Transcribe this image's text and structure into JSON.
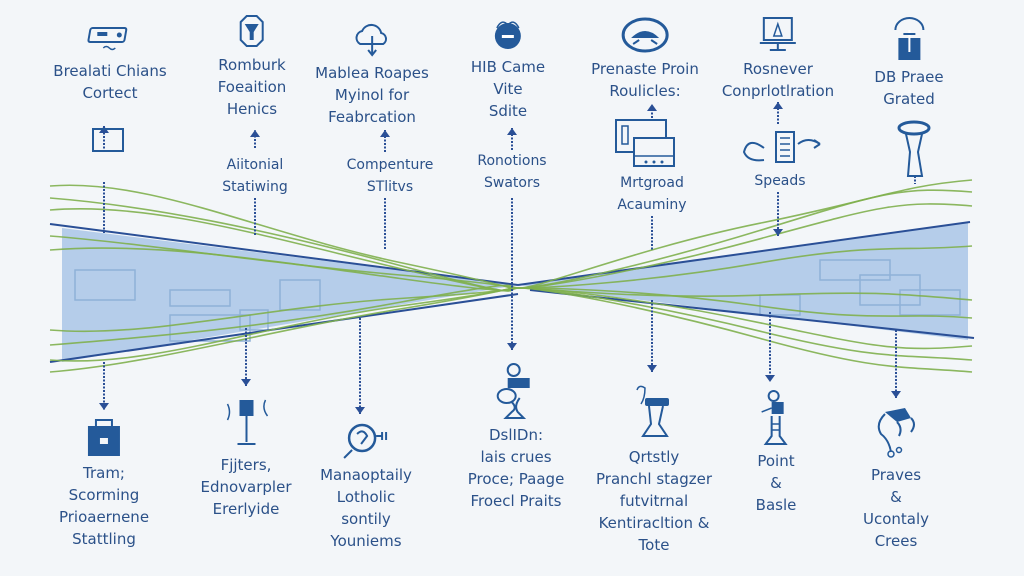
{
  "colors": {
    "background": "#f3f6f9",
    "funnel_fill": "#a9c6e8",
    "funnel_edge": "#2a4f96",
    "strands": "#7fb04e",
    "text": "#2b5189",
    "icon": "#245a9a"
  },
  "top_nodes": [
    {
      "icon": "card-reader-icon",
      "label": "Brealati Chians\nCortect",
      "sub_icon": "box-icon",
      "sublabel": ""
    },
    {
      "icon": "lamp-icon",
      "label": "Romburk\nFoeaition\nHenics",
      "sub_icon": "",
      "sublabel": "Aiitonial\nStatiwing"
    },
    {
      "icon": "cloud-download-icon",
      "label": "Mablea Roapes\nMyinol for\nFeabrcation",
      "sub_icon": "",
      "sublabel": "Compenture\nSTlitvs"
    },
    {
      "icon": "badge-icon",
      "label": "HIB Came\nVite\nSdite",
      "sub_icon": "",
      "sublabel": "Ronotions\nSwators"
    },
    {
      "icon": "dashboard-gauge-icon",
      "label": "Prenaste Proin\nRoulicles:",
      "sub_icon": "devices-icon",
      "sublabel": "Mrtgroad\nAcauminy"
    },
    {
      "icon": "monitor-icon",
      "label": "Rosnever\nConprlotlration",
      "sub_icon": "phone-exchange-icon",
      "sublabel": "Speads"
    },
    {
      "icon": "package-icon",
      "label": "DB Praee\nGrated",
      "sub_icon": "pedestal-icon",
      "sublabel": ""
    }
  ],
  "bottom_nodes": [
    {
      "icon": "briefcase-icon",
      "label": "Tram;\nScorming\nPrioaernene\nStattling"
    },
    {
      "icon": "signpost-icon",
      "label": "Fjjters,\nEdnovarpler\nErerlyide"
    },
    {
      "icon": "magnifier-icon",
      "label": "Manaoptaily\nLotholic\nsontily\nYouniems"
    },
    {
      "icon": "figure-icon",
      "label": "DslIDn:\nlais crues\nProce; Paage\nFroecl Praits"
    },
    {
      "icon": "podium-icon",
      "label": "Qrtstly\nPranchl stagzer\nfutvitrnal\nKentiracltion &\nTote"
    },
    {
      "icon": "statue-icon",
      "label": "Point\n&\nBasle"
    },
    {
      "icon": "creature-icon",
      "label": "Praves\n&\nUcontaly\nCrees"
    }
  ]
}
